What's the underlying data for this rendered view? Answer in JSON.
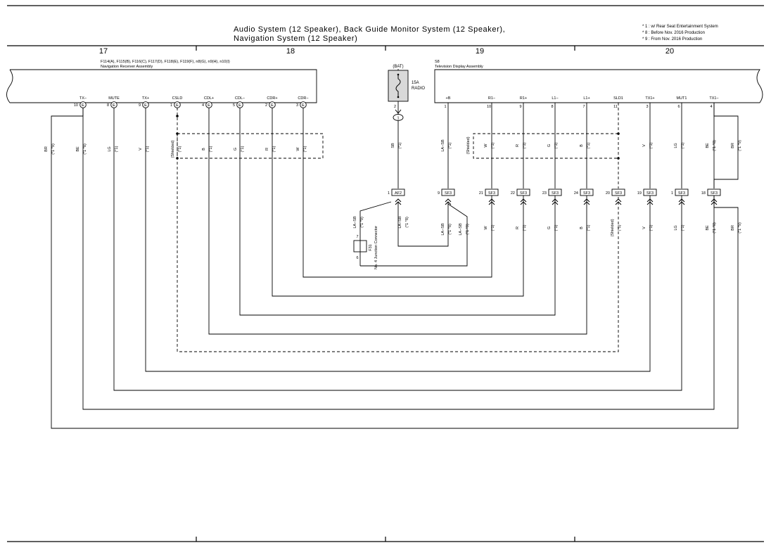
{
  "title": {
    "line1": "Audio System (12 Speaker),  Back Guide Monitor System (12 Speaker),",
    "line2": "Navigation System (12 Speaker)"
  },
  "notes": [
    "* 1 : w/ Rear Seat Entertainment System",
    "* 8 : Before Nov.  2016 Production",
    "* 9 : From Nov.  2016 Production"
  ],
  "grid_numbers": [
    "17",
    "18",
    "19",
    "20"
  ],
  "nav_assembly": {
    "codes": "F114(A), F115(B), F116(C), F117(D), F118(E), F119(F), n8(G), n9(H), n10(I)",
    "name": "Navigation Receiver Assembly",
    "pins": [
      {
        "label": "TX−",
        "num": "10",
        "conn": "E",
        "wire": "BR",
        "note": "(*1 *9)"
      },
      {
        "label": "MUTE",
        "num": "8",
        "conn": "E",
        "wire": "BE",
        "note": "(*1 *8)"
      },
      {
        "label": "TX+",
        "num": "9",
        "conn": "E",
        "wire": "LG",
        "note": "(*1)"
      },
      {
        "label": "CSLD",
        "num": "1",
        "conn": "E",
        "wire": "V",
        "note": "(*1)"
      },
      {
        "label": "CDL+",
        "num": "4",
        "conn": "E",
        "wire": "(Shielded)",
        "note": "(*1)"
      },
      {
        "label": "CDL−",
        "num": "5",
        "conn": "E",
        "wire": "B",
        "note": "(*1)"
      },
      {
        "label": "CDR+",
        "num": "2",
        "conn": "E",
        "wire": "G",
        "note": "(*1)"
      },
      {
        "label": "CDR−",
        "num": "3",
        "conn": "E",
        "wire": "R",
        "note": "(*1)"
      },
      {
        "label": "",
        "num": "",
        "conn": "",
        "wire": "W",
        "note": "(*1)"
      }
    ]
  },
  "fuse": {
    "source": "(BAT)",
    "rating": "15A",
    "name": "RADIO",
    "pin": "2",
    "conn": "1"
  },
  "tv_assembly": {
    "code": "S8",
    "name": "Television Display Assembly",
    "pins": [
      {
        "label": "+B",
        "num": "1",
        "wire": "LA−SB",
        "note": "(*1)"
      },
      {
        "label": "R1−",
        "num": "10",
        "wire": "W",
        "note": "(*1)"
      },
      {
        "label": "R1+",
        "num": "9",
        "wire": "R",
        "note": "(*1)"
      },
      {
        "label": "L1−",
        "num": "8",
        "wire": "G",
        "note": "(*1)"
      },
      {
        "label": "L1+",
        "num": "7",
        "wire": "B",
        "note": "(*1)"
      },
      {
        "label": "SLD1",
        "num": "11",
        "wire": "",
        "note": ""
      },
      {
        "label": "TX1+",
        "num": "3",
        "wire": "V",
        "note": "(*1)"
      },
      {
        "label": "MUT1",
        "num": "6",
        "wire": "LG",
        "note": "(*1)"
      },
      {
        "label": "TX1−",
        "num": "4",
        "wire": "BE",
        "note": "(*1 *8)"
      }
    ],
    "extra_wire": {
      "wire": "BR",
      "note": "(*1 *9)"
    },
    "shield_label": "(Shielded)"
  },
  "junction": {
    "name": "F31",
    "desc": "No. 4 Junction Connector",
    "pin_top": "7",
    "pin_bot": "6",
    "wire": "LA−SB",
    "note": "(*1 *9)"
  },
  "sb_wire": {
    "wire": "SB",
    "note": "(*1)"
  },
  "lower_connectors": [
    {
      "num": "1",
      "name": "AF2"
    },
    {
      "num": "9",
      "name": "SF3"
    },
    {
      "num": "21",
      "name": "SF3"
    },
    {
      "num": "22",
      "name": "SF3"
    },
    {
      "num": "23",
      "name": "SF3"
    },
    {
      "num": "24",
      "name": "SF3"
    },
    {
      "num": "20",
      "name": "SF3"
    },
    {
      "num": "19",
      "name": "SF3"
    },
    {
      "num": "1",
      "name": "SF3"
    },
    {
      "num": "18",
      "name": "SF3"
    }
  ],
  "lower_wires": [
    {
      "wire": "LA−SB",
      "note": "(*1 *8)"
    },
    {
      "wire": "LA−SB",
      "note": "(*1 *9)"
    },
    {
      "wire": "W",
      "note": "(*1)"
    },
    {
      "wire": "R",
      "note": "(*1)"
    },
    {
      "wire": "G",
      "note": "(*1)"
    },
    {
      "wire": "B",
      "note": "(*1)"
    },
    {
      "wire": "(Shielded)",
      "note": "(*1)"
    },
    {
      "wire": "V",
      "note": "(*1)"
    },
    {
      "wire": "LG",
      "note": "(*1)"
    },
    {
      "wire": "BE",
      "note": "(*1 *8)"
    },
    {
      "wire": "BR",
      "note": "(*1 *9)"
    }
  ],
  "tv_shield_wire": {
    "wire": "(Shielded)",
    "note": "(*1)"
  }
}
